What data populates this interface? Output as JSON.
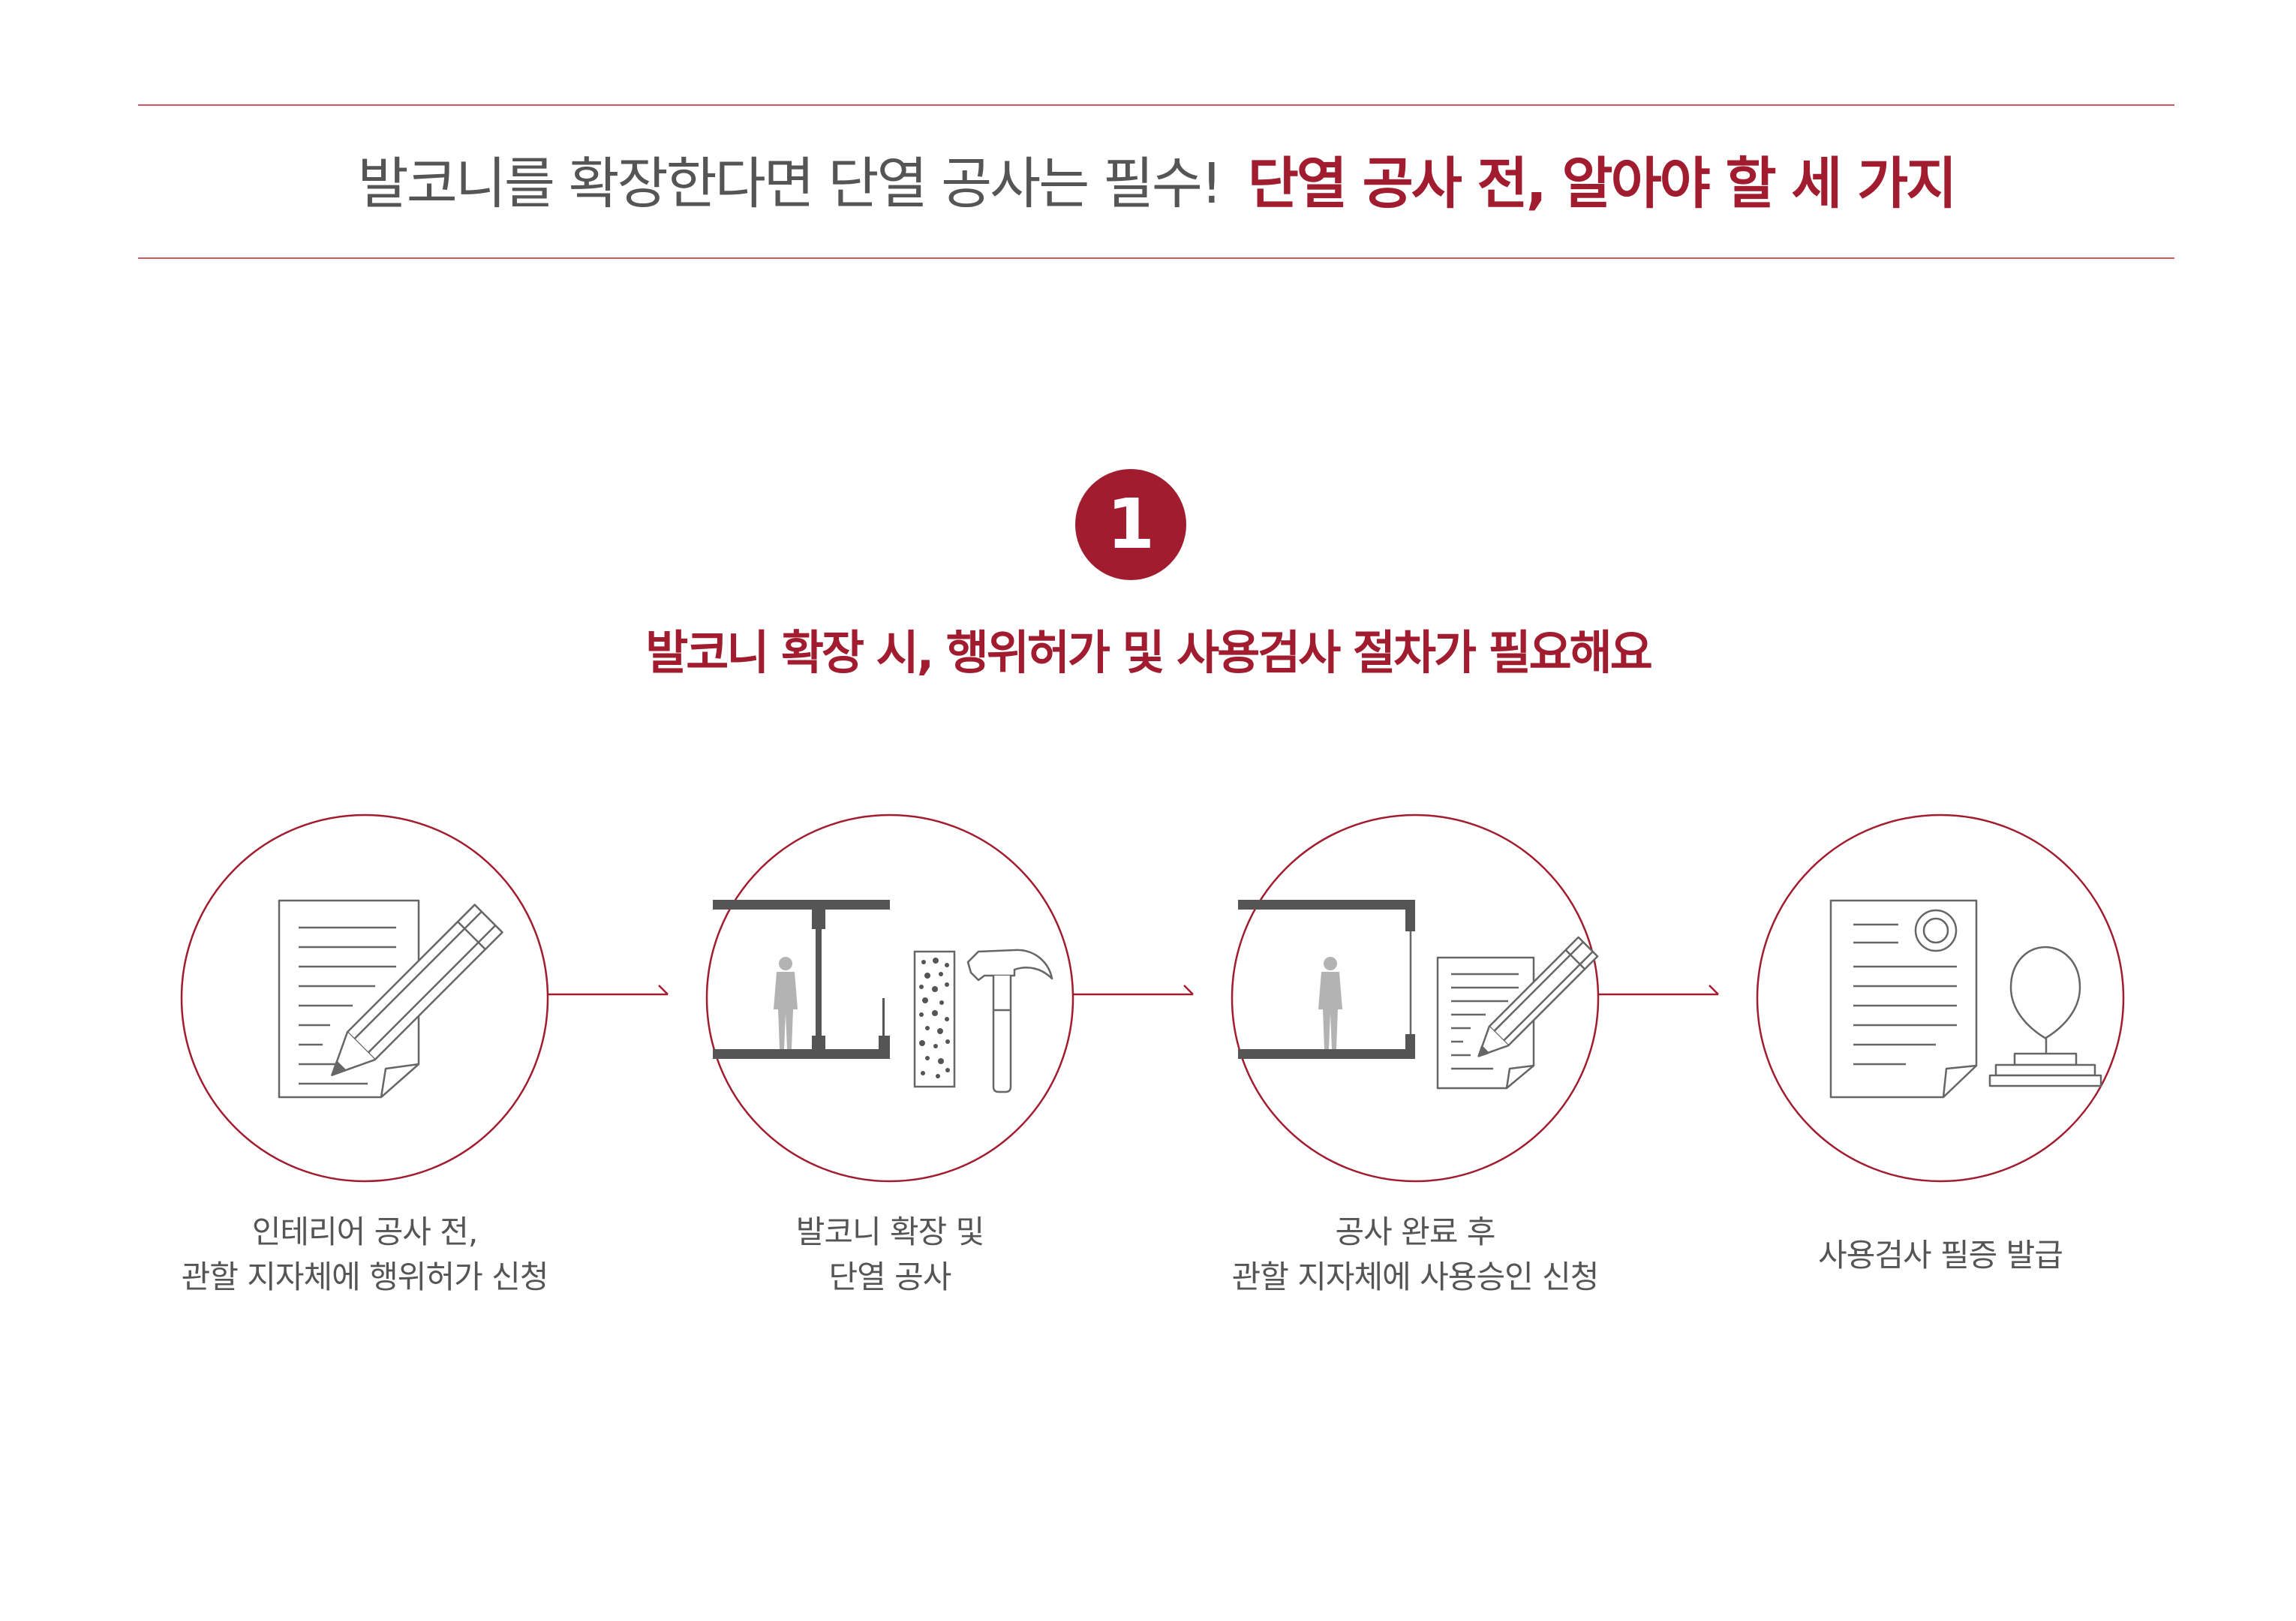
{
  "header": {
    "headline_plain": "발코니를 확장한다면 단열 공사는 필수!",
    "headline_emphasis": "단열 공사 전, 알아야 할 세 가지"
  },
  "section": {
    "number": "1",
    "title": "발코니 확장 시, 행위허가 및 사용검사 절차가 필요해요"
  },
  "steps": [
    {
      "icon": "document-pencil-icon",
      "caption_lines": [
        "인테리어 공사 전,",
        "관할 지자체에 행위허가 신청"
      ]
    },
    {
      "icon": "construction-insulation-icon",
      "caption_lines": [
        "발코니 확장 및",
        "단열 공사"
      ]
    },
    {
      "icon": "room-document-icon",
      "caption_lines": [
        "공사 완료 후",
        "관할 지자체에 사용승인 신청"
      ]
    },
    {
      "icon": "certificate-stamp-icon",
      "caption_lines": [
        "사용검사 필증 발급"
      ]
    }
  ],
  "colors": {
    "accent": "#a11c2f",
    "rule": "#d2585f",
    "text": "#555555",
    "icon_line": "#666666",
    "icon_dark": "#555555",
    "figure": "#b3b3b3"
  }
}
